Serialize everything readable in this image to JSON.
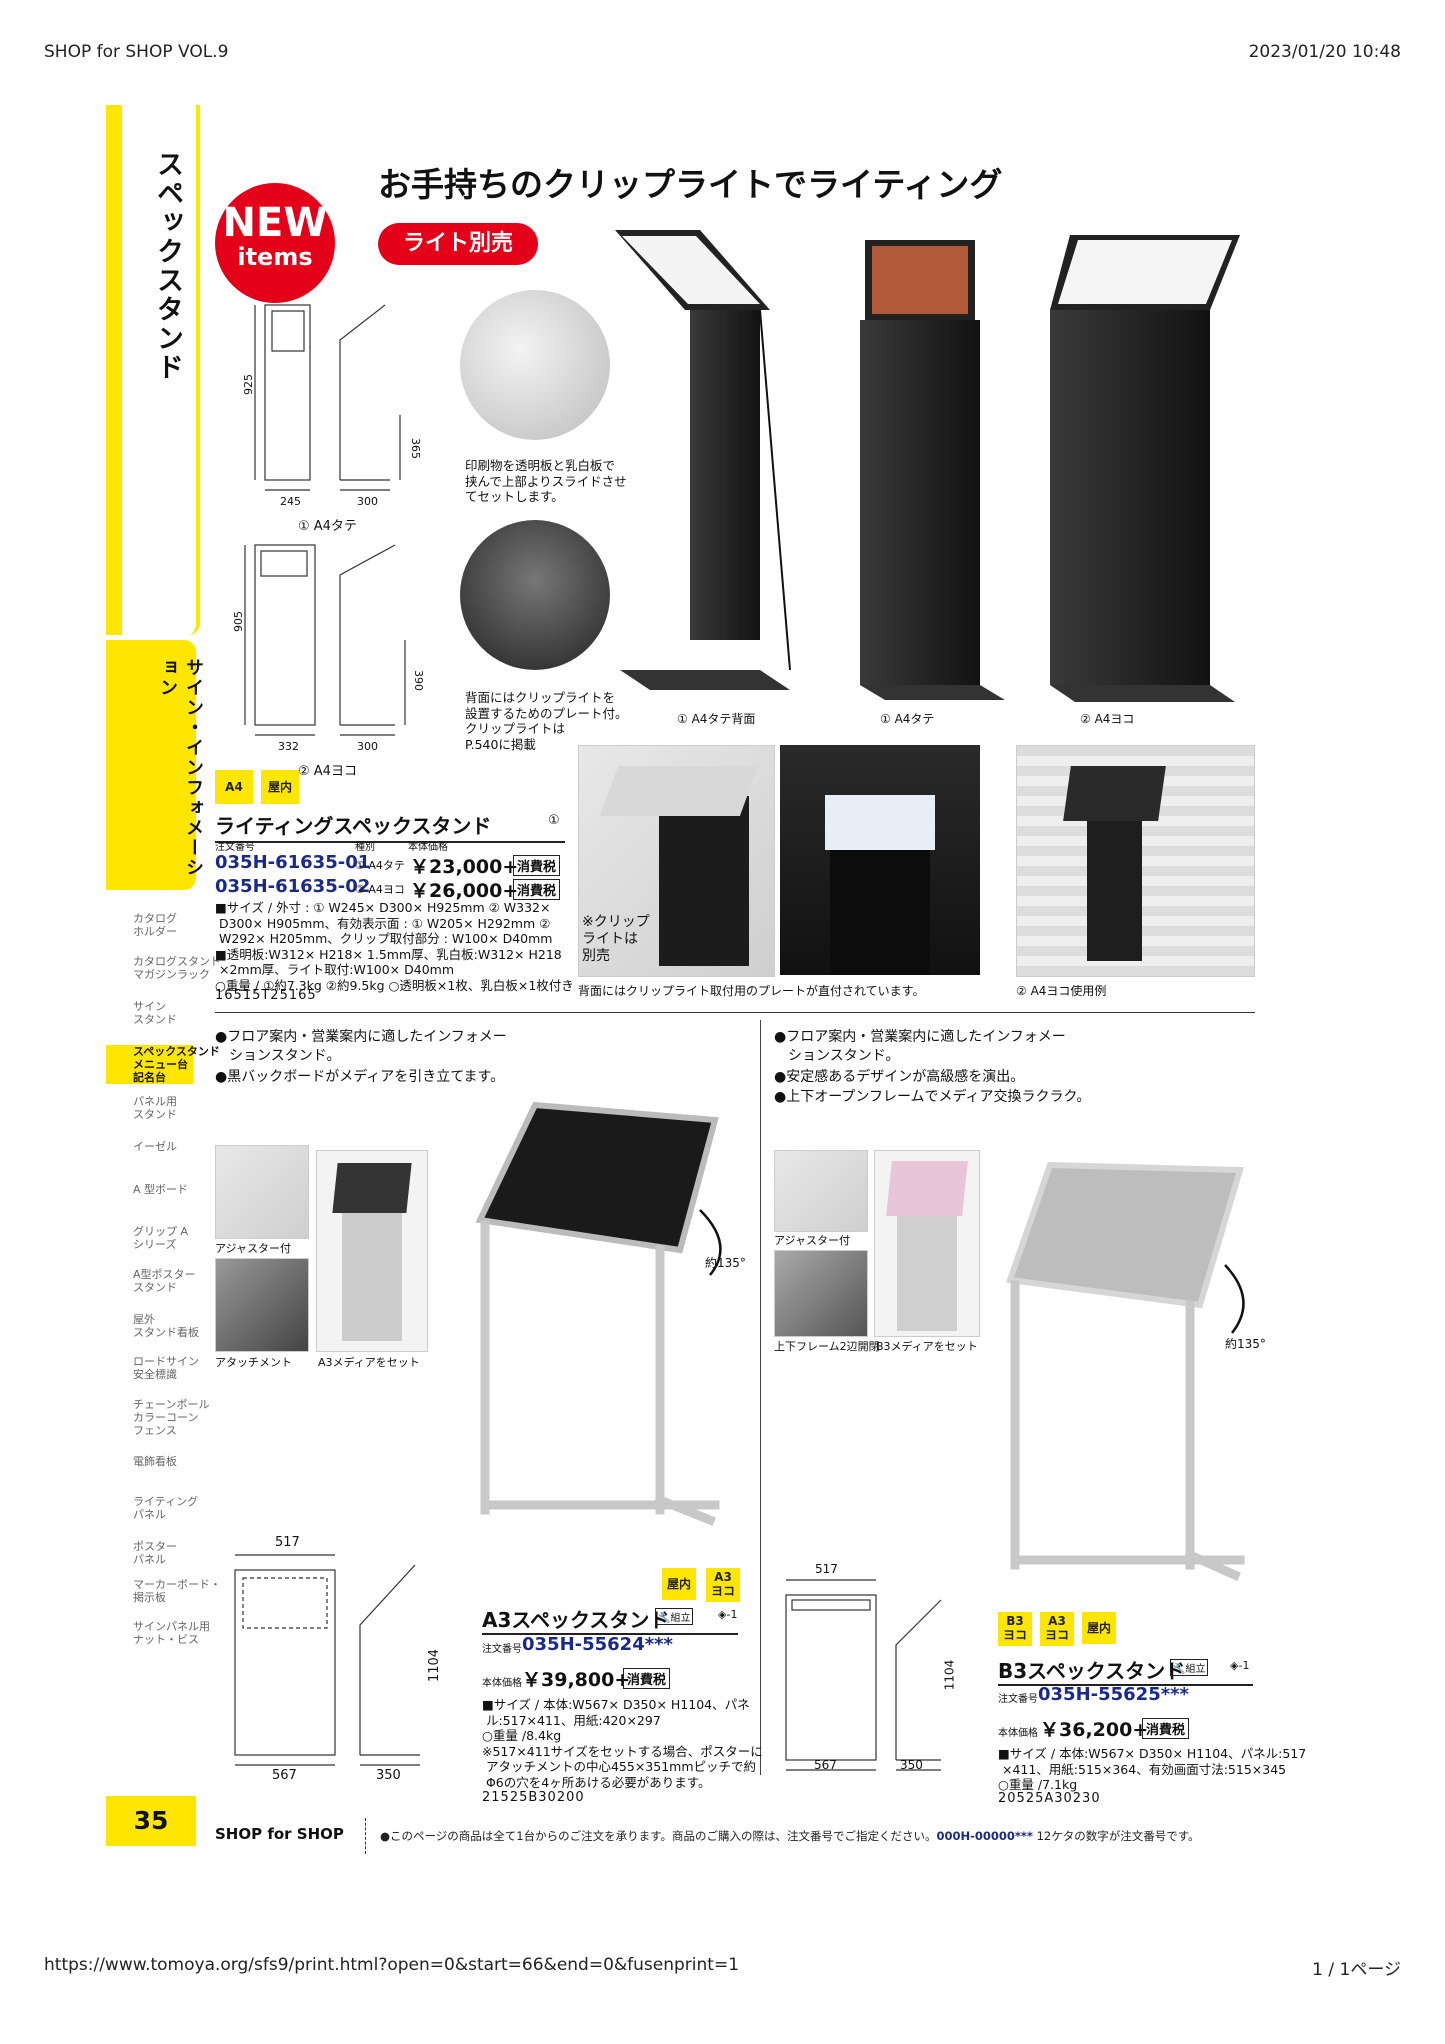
{
  "browser": {
    "header_left": "SHOP for SHOP VOL.9",
    "header_right": "2023/01/20 10:48",
    "footer_url": "https://www.tomoya.org/sfs9/print.html?open=0&start=66&end=0&fusenprint=1",
    "footer_page": "1 / 1ページ"
  },
  "sidebar": {
    "section_title": "スペックスタンド",
    "category_title": "サイン・インフォメーション",
    "items": [
      {
        "label": "カタログ\nホルダー"
      },
      {
        "label": "カタログスタンド\nマガジンラック"
      },
      {
        "label": "サイン\nスタンド"
      },
      {
        "label": "スペックスタンド\nメニュー台\n記名台"
      },
      {
        "label": "パネル用\nスタンド"
      },
      {
        "label": "イーゼル"
      },
      {
        "label": "A 型ボード"
      },
      {
        "label": "グリップ A\nシリーズ"
      },
      {
        "label": "A型ポスター\nスタンド"
      },
      {
        "label": "屋外\nスタンド看板"
      },
      {
        "label": "ロードサイン\n安全標識"
      },
      {
        "label": "チェーンポール\nカラーコーン\nフェンス"
      },
      {
        "label": "電飾看板"
      },
      {
        "label": "ライティング\nパネル"
      },
      {
        "label": "ポスター\nパネル"
      },
      {
        "label": "マーカーボード・\n掲示板"
      },
      {
        "label": "サインパネル用\nナット・ビス"
      }
    ],
    "page_number": "35"
  },
  "top": {
    "new_badge_line1": "NEW",
    "new_badge_line2": "items",
    "headline": "お手持ちのクリップライトでライティング",
    "light_pill": "ライト別売",
    "dims_a4tate": {
      "h": "925",
      "w": "245",
      "d": "300",
      "r": "365",
      "caption": "① A4タテ"
    },
    "dims_a4yoko": {
      "h": "905",
      "w": "332",
      "d": "300",
      "r": "390",
      "caption": "② A4ヨコ"
    },
    "note1": "印刷物を透明板と乳白板で\n挟んで上部よりスライドさせ\nてセットします。",
    "note2": "背面にはクリップライトを\n設置するためのプレート付。\nクリップライトは\nP.540に掲載",
    "cap_back": "① A4タテ背面",
    "cap_tate": "① A4タテ",
    "cap_yoko": "② A4ヨコ"
  },
  "product1": {
    "badges": [
      "A4",
      "屋内"
    ],
    "name": "ライティングスペックスタンド",
    "ref": "①",
    "col_code": "注文番号",
    "col_type": "種別",
    "col_price": "本体価格",
    "rows": [
      {
        "code": "035H-61635-01",
        "type": "① A4タテ",
        "price": "￥23,000+",
        "tax": "消費税"
      },
      {
        "code": "035H-61635-02",
        "type": "② A4ヨコ",
        "price": "￥26,000+",
        "tax": "消費税"
      }
    ],
    "spec": "■サイズ / 外寸 : ① W245× D300× H925mm ② W332×\n D300× H905mm、有効表示面 : ① W205× H292mm ②\n W292× H205mm、クリップ取付部分 : W100× D40mm\n■透明板:W312× H218× 1.5mm厚、乳白板:W312× H218\n ×2mm厚、ライト取付:W100× D40mm\n○重量 / ①約7.3kg ②約9.5kg ○透明板×1枚、乳白板×1枚付き",
    "jan": "16515T25165",
    "clip_note": "※クリップ\nライトは\n別売",
    "photo_caption": "背面にはクリップライト取付用のプレートが直付されています。",
    "usage_caption": "② A4ヨコ使用例"
  },
  "product2": {
    "bullets": [
      "●フロア案内・営業案内に適したインフォメー\n　ションスタンド。",
      "●黒バックボードがメディアを引き立てます。"
    ],
    "cap_adjuster": "アジャスター付",
    "cap_attach": "アタッチメント",
    "cap_media": "A3メディアをセット",
    "angle": "約135°",
    "dims": {
      "w": "517",
      "h": "1104",
      "base": "567",
      "d": "350"
    },
    "badges": [
      "屋内",
      "A3\nヨコ"
    ],
    "name": "A3スペックスタンド",
    "assembly": "組立",
    "ref": "-1",
    "code_label": "注文番号",
    "code": "035H-55624***",
    "price_label": "本体価格",
    "price": "￥39,800+",
    "tax": "消費税",
    "spec": "■サイズ / 本体:W567× D350× H1104、パネ\n ル:517×411、用紙:420×297\n○重量 /8.4kg\n※517×411サイズをセットする場合、ポスターに\n アタッチメントの中心455×351mmピッチで約\n Φ6の穴を4ヶ所あける必要があります。",
    "jan": "21525B30200"
  },
  "product3": {
    "bullets": [
      "●フロア案内・営業案内に適したインフォメー\n　ションスタンド。",
      "●安定感あるデザインが高級感を演出。",
      "●上下オープンフレームでメディア交換ラクラク。"
    ],
    "cap_adjuster": "アジャスター付",
    "cap_frame": "上下フレーム2辺開閉",
    "cap_media": "B3メディアをセット",
    "angle": "約135°",
    "dims": {
      "w": "517",
      "h": "1104",
      "base": "567",
      "d": "350"
    },
    "badges": [
      "B3\nヨコ",
      "A3\nヨコ",
      "屋内"
    ],
    "name": "B3スペックスタンド",
    "assembly": "組立",
    "ref": "-1",
    "code_label": "注文番号",
    "code": "035H-55625***",
    "price_label": "本体価格",
    "price": "￥36,200+",
    "tax": "消費税",
    "spec": "■サイズ / 本体:W567× D350× H1104、パネル:517\n ×411、用紙:515×364、有効画面寸法:515×345\n○重量 /7.1kg",
    "jan": "20525A30230"
  },
  "footer": {
    "brand": "SHOP for SHOP",
    "note_prefix": "●このページの商品は全て1台からのご注文を承ります。商品のご購入の際は、注文番号でご指定ください。",
    "note_code": "000H-00000***",
    "note_suffix": " 12ケタの数字が注文番号です。"
  }
}
